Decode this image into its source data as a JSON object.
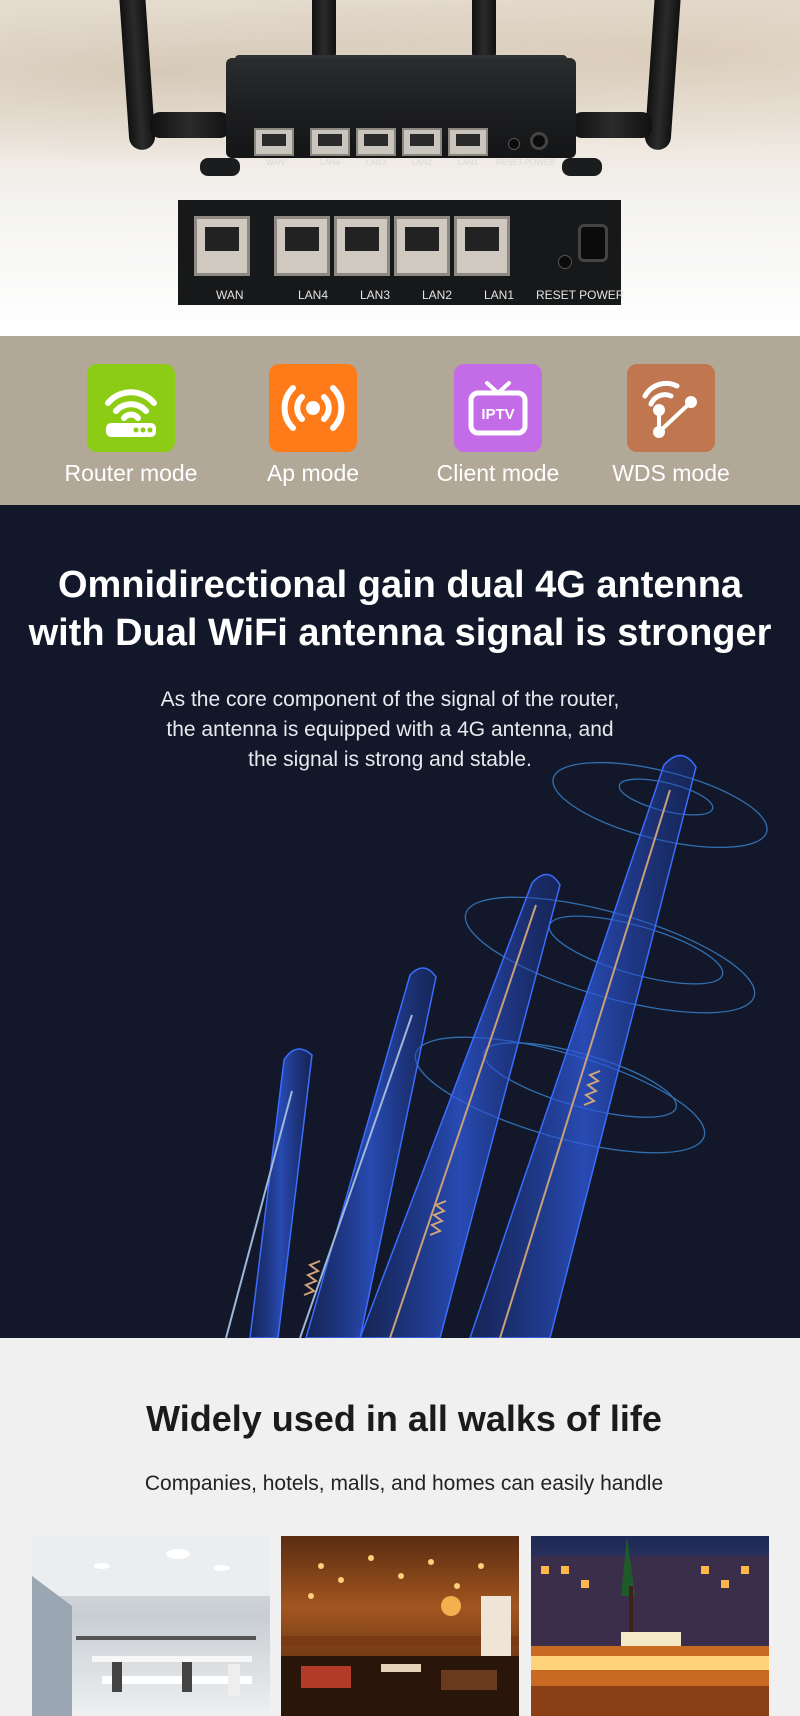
{
  "hero": {
    "panel_labels": [
      "WAN",
      "LAN4",
      "LAN3",
      "LAN2",
      "LAN1",
      "RESET POWER"
    ],
    "closeup_labels": [
      "WAN",
      "LAN4",
      "LAN3",
      "LAN2",
      "LAN1",
      "RESET POWER"
    ]
  },
  "modes": [
    {
      "label": "Router mode",
      "icon": "router-wifi-icon",
      "color": "#8ccc14"
    },
    {
      "label": "Ap mode",
      "icon": "broadcast-icon",
      "color": "#ff7a19"
    },
    {
      "label": "Client mode",
      "icon": "iptv-icon",
      "color": "#c46be8",
      "icon_text": "IPTV"
    },
    {
      "label": "WDS mode",
      "icon": "wds-link-icon",
      "color": "#c0764e"
    }
  ],
  "antenna_section": {
    "title_line1": "Omnidirectional gain dual 4G antenna",
    "title_line2": "with Dual WiFi antenna signal is stronger",
    "desc_line1": "As the core component of the signal of the router,",
    "desc_line2": "the antenna is equipped with a 4G antenna, and",
    "desc_line3": "the signal is strong and stable."
  },
  "usage": {
    "title": "Widely used in all walks of life",
    "subtitle": "Companies, hotels, malls, and homes can easily handle",
    "photos": [
      "office-photo",
      "restaurant-photo",
      "shopping-street-photo"
    ]
  }
}
